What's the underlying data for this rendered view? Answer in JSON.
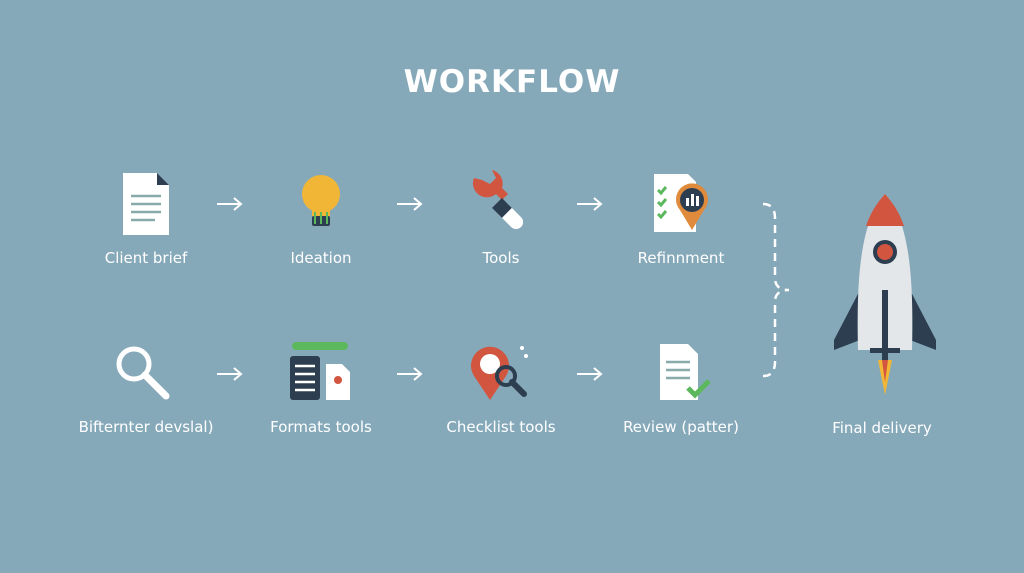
{
  "title": "WORKFLOW",
  "row1": [
    {
      "label": "Client brief",
      "icon": "document-icon"
    },
    {
      "label": "Ideation",
      "icon": "lightbulb-icon"
    },
    {
      "label": "Tools",
      "icon": "wrench-icon"
    },
    {
      "label": "Refinnment",
      "icon": "checklist-chart-icon"
    }
  ],
  "row2": [
    {
      "label": "Bifternter devslal)",
      "icon": "magnifier-icon"
    },
    {
      "label": "Formats tools",
      "icon": "formats-icon"
    },
    {
      "label": "Checklist tools",
      "icon": "location-search-icon"
    },
    {
      "label": "Review (patter)",
      "icon": "document-check-icon"
    }
  ],
  "final": {
    "label": "Final delivery",
    "icon": "rocket-icon"
  },
  "colors": {
    "background": "#86a9ba",
    "accent_red": "#d2553f",
    "accent_yellow": "#f2b636",
    "dark": "#2c3e50",
    "green": "#5cb85c"
  }
}
